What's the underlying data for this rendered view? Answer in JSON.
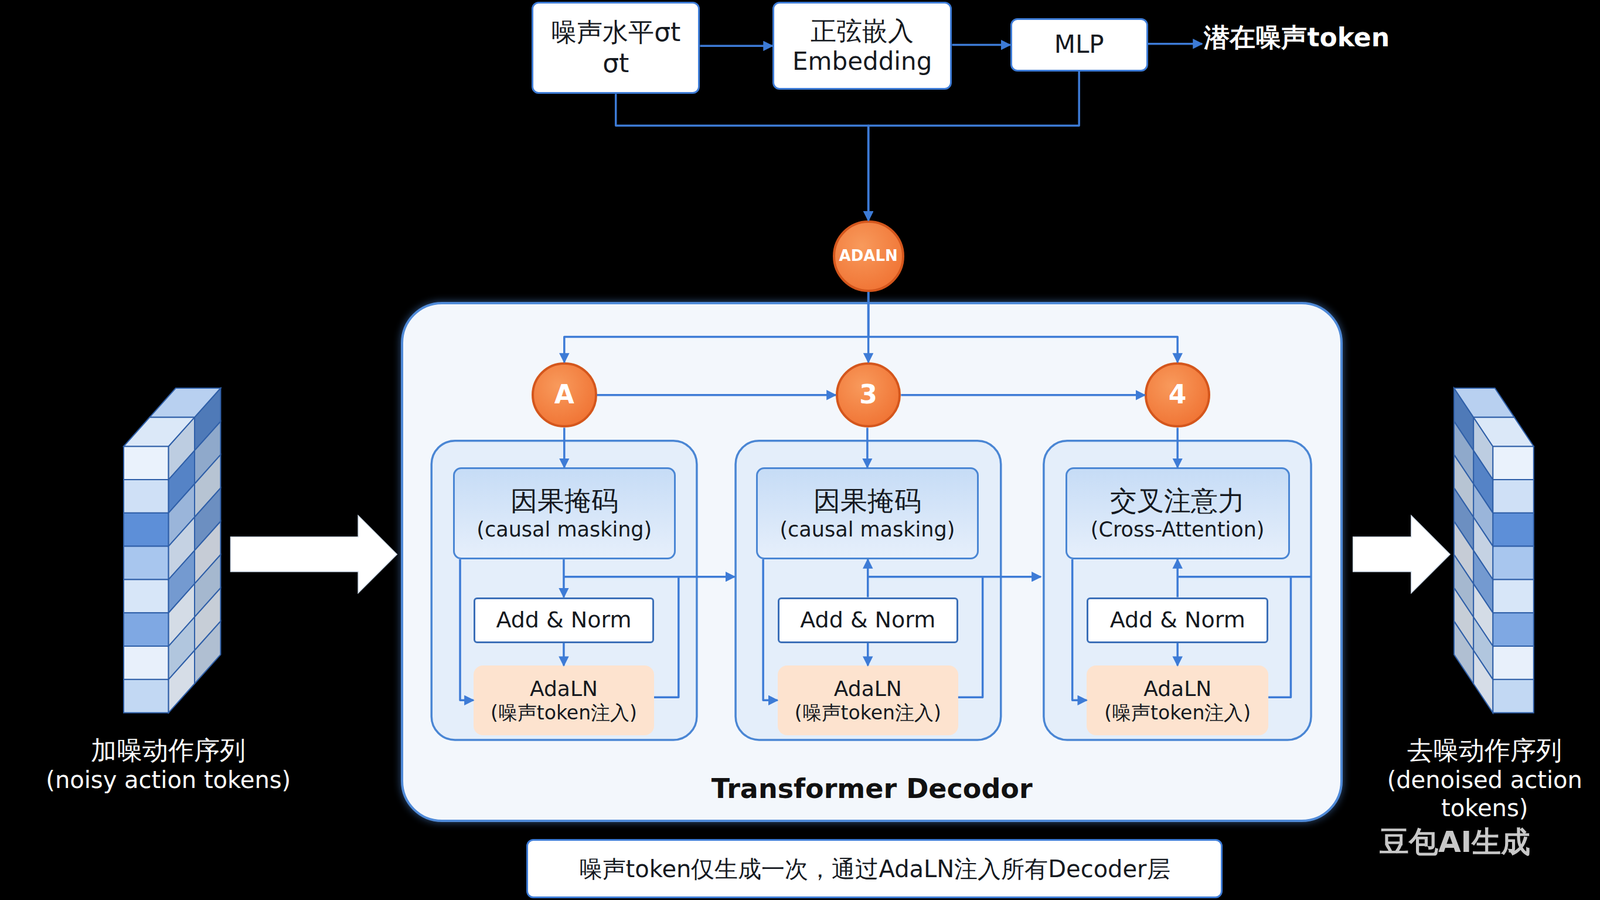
{
  "diagram": {
    "nodes": [
      {
        "text": [
          "噪声水平σt",
          "σt"
        ]
      },
      {
        "text": [
          "正弦嵌入",
          "Embedding"
        ]
      },
      {
        "text": [
          "MLP"
        ]
      },
      {
        "text": [
          "ADALN"
        ]
      },
      {
        "text": [
          "加噪动作序列",
          "(noisy action tokens)"
        ]
      },
      {
        "text": [
          "Transformer Decodor"
        ]
      },
      {
        "text": [
          "A"
        ],
        "in": 5
      },
      {
        "text": [
          "3"
        ],
        "in": 5
      },
      {
        "text": [
          "4"
        ],
        "in": 5
      },
      {
        "text": [
          "因果掩码",
          "(causal masking)"
        ],
        "in": 5
      },
      {
        "text": [
          "Add & Norm"
        ],
        "in": 5
      },
      {
        "text": [
          "AdaLN",
          "(噪声token注入)"
        ],
        "in": 5
      },
      {
        "text": [
          "因果掩码",
          "(causal masking)"
        ],
        "in": 5
      },
      {
        "text": [
          "Add & Norm"
        ],
        "in": 5
      },
      {
        "text": [
          "AdaLN",
          "(噪声token注入)"
        ],
        "in": 5
      },
      {
        "text": [
          "交叉注意力",
          "(Cross-Attention)"
        ],
        "in": 5
      },
      {
        "text": [
          "Add & Norm"
        ],
        "in": 5
      },
      {
        "text": [
          "AdaLN",
          "(噪声token注入)"
        ],
        "in": 5
      },
      {
        "text": [
          "去噪动作序列",
          "(denoised action tokens)"
        ]
      },
      {
        "text": [
          "噪声token仅生成一次，通过AdaLN注入所有Decoder层"
        ]
      }
    ],
    "edges": [
      {
        "from": 0,
        "to": 1,
        "arrow": "to"
      },
      {
        "from": 1,
        "to": 2,
        "arrow": "to"
      },
      {
        "from": 0,
        "to": 3,
        "arrow": "to"
      },
      {
        "from": 2,
        "to": 3,
        "arrow": "to"
      },
      {
        "from": 3,
        "to": 6,
        "arrow": "to"
      },
      {
        "from": 3,
        "to": 7,
        "arrow": "to"
      },
      {
        "from": 3,
        "to": 8,
        "arrow": "to"
      },
      {
        "from": 6,
        "to": 7,
        "arrow": "to"
      },
      {
        "from": 7,
        "to": 8,
        "arrow": "to"
      },
      {
        "from": 6,
        "to": 9,
        "arrow": "to"
      },
      {
        "from": 7,
        "to": 12,
        "arrow": "to"
      },
      {
        "from": 8,
        "to": 15,
        "arrow": "to"
      },
      {
        "from": 9,
        "to": 10,
        "arrow": "to"
      },
      {
        "from": 10,
        "to": 11,
        "arrow": "to"
      },
      {
        "from": 9,
        "to": 11,
        "arrow": "to"
      },
      {
        "from": 13,
        "to": 12,
        "arrow": "to"
      },
      {
        "from": 13,
        "to": 14,
        "arrow": "to"
      },
      {
        "from": 12,
        "to": 14,
        "arrow": "to"
      },
      {
        "from": 16,
        "to": 15,
        "arrow": "to"
      },
      {
        "from": 16,
        "to": 17,
        "arrow": "to"
      },
      {
        "from": 15,
        "to": 17,
        "arrow": "to"
      },
      {
        "from": 4,
        "to": 5,
        "arrow": "to"
      },
      {
        "from": 5,
        "to": 18,
        "arrow": "to"
      }
    ],
    "labels": [
      "潜在噪声token",
      "豆包AI生成"
    ]
  }
}
